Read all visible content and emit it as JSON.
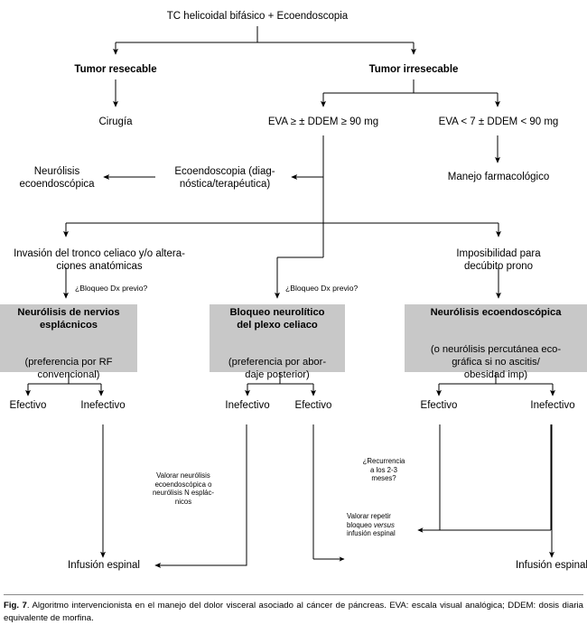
{
  "figure": {
    "label": "Fig. 7",
    "caption": ". Algoritmo intervencionista en el manejo del dolor visceral asociado al cáncer de páncreas. EVA: escala visual analógica; DDEM: dosis diaria equivalente de morfina."
  },
  "colors": {
    "box_fill": "#c8c8c8",
    "line": "#000000",
    "rule": "#8a8a8a",
    "background": "#ffffff"
  },
  "nodes": {
    "root": "TC helicoidal bifásico + Ecoendoscopia",
    "resectable": "Tumor resecable",
    "irresectable": "Tumor irresecable",
    "surgery": "Cirugía",
    "eva_high": "EVA ≥ ± DDEM ≥ 90 mg",
    "eva_low": "EVA < 7 ± DDEM < 90 mg",
    "ecoendoscopia": "Ecoendoscopia (diag-\nnóstica/terapéutica)",
    "neurolisis_eco": "Neurólisis\necoendoscópica",
    "manejo_farmacologico": "Manejo farmacológico",
    "invasion": "Invasión del tronco celiaco y/o altera-\nciones anatómicas",
    "imposibilidad": "Imposibilidad para\ndecúbito prono",
    "bloqueo_dx_left": "¿Bloqueo Dx previo?",
    "bloqueo_dx_mid": "¿Bloqueo Dx previo?",
    "valorar_neurolisis": "Valorar neurólisis\necoendoscópica o\nneurólisis N esplác-\nnicos",
    "recurrencia": "¿Recurrencia\na los 2-3\nmeses?",
    "valorar_repetir_pre": "Valorar repetir\nbloqueo ",
    "valorar_repetir_ital": "versus",
    "valorar_repetir_post": "\ninfusión espinal",
    "infusion_left": "Infusión espinal",
    "infusion_right": "Infusión espinal"
  },
  "gray_boxes": [
    {
      "id": "neurolisis-nervios-esplacnicos",
      "bold": "Neurólisis de nervios\nesplácnicos",
      "normal": "(preferencia por RF\nconvencional)"
    },
    {
      "id": "bloqueo-neurolitico-plexo-celiaco",
      "bold": "Bloqueo neurolítico\ndel plexo celiaco",
      "normal": "(preferencia por abor-\ndaje posterior)"
    },
    {
      "id": "neurolisis-ecoendoscopica",
      "bold": "Neurólisis ecoendoscópica",
      "normal": "(o neurólisis percutánea eco-\ngráfica si no ascitis/\nobesidad imp)"
    }
  ],
  "outcomes": {
    "box1_left": "Efectivo",
    "box1_right": "Inefectivo",
    "box2_left": "Inefectivo",
    "box2_right": "Efectivo",
    "box3_left": "Efectivo",
    "box3_right": "Inefectivo"
  }
}
